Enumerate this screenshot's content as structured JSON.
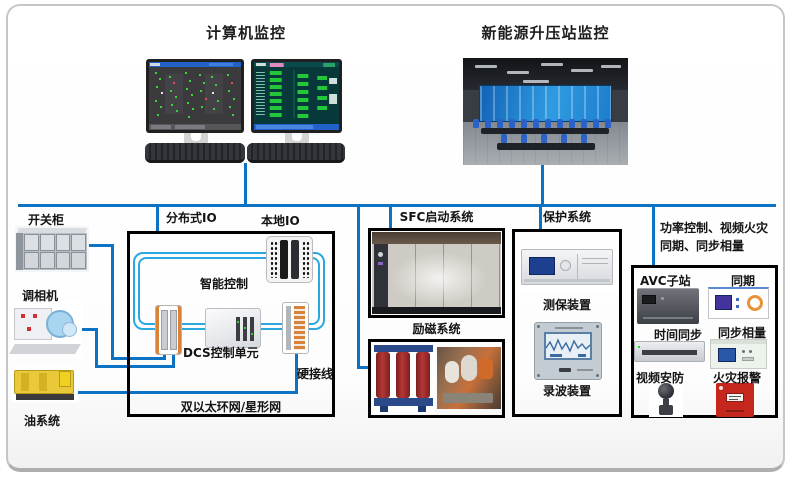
{
  "colors": {
    "bus_line": "#0B72C4",
    "ring_line": "#2AA9E0",
    "box_border": "#000000",
    "fire_red": "#C5271F"
  },
  "headings": {
    "computer_monitoring": "计算机监控",
    "station_monitoring": "新能源升压站监控"
  },
  "left_devices": {
    "switchgear": "开关柜",
    "condenser": "调相机",
    "oil_system": "油系统"
  },
  "dcs_section": {
    "distributed_io": "分布式IO",
    "local_io": "本地IO",
    "smart_control": "智能控制",
    "dcs_unit": "DCS控制单元",
    "hard_wiring": "硬接线",
    "network": "双以太环网/星形网"
  },
  "sfc_section": {
    "title": "SFC启动系统"
  },
  "excitation_section": {
    "title": "励磁系统"
  },
  "protection_section": {
    "title": "保护系统",
    "measure_protect_device": "测保装置",
    "wave_recorder_device": "录波装置"
  },
  "right_note": {
    "line1": "功率控制、视频火灾",
    "line2": "同期、同步相量"
  },
  "avc_section": {
    "avc_substation": "AVC子站",
    "synchronization": "同期",
    "time_sync": "时间同步",
    "synchrophasor": "同步相量",
    "video_security": "视频安防",
    "fire_alarm": "火灾报警"
  }
}
